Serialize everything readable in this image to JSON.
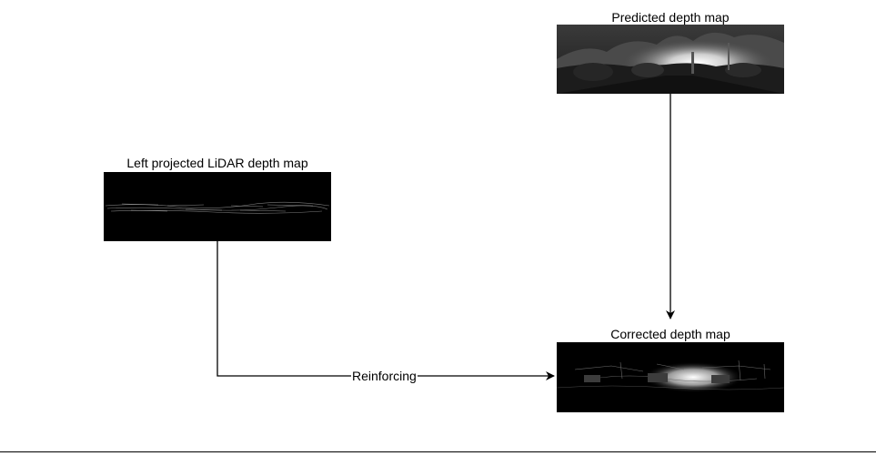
{
  "nodes": {
    "predicted": {
      "label": "Predicted depth map"
    },
    "lidar": {
      "label": "Left projected LiDAR depth map"
    },
    "corrected": {
      "label": "Corrected depth map"
    }
  },
  "edges": {
    "reinforcing": {
      "label": "Reinforcing"
    }
  },
  "colors": {
    "line": "#000000",
    "background": "#ffffff"
  }
}
